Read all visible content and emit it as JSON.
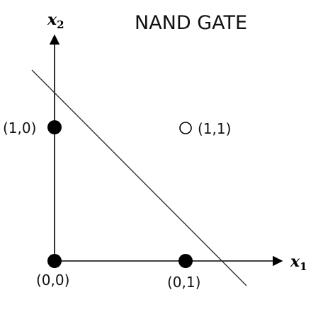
{
  "title": "NAND GATE",
  "axes": {
    "x": {
      "var": "x",
      "sub": "1"
    },
    "y": {
      "var": "x",
      "sub": "2"
    }
  },
  "points": [
    {
      "id": "p00",
      "label": "(0,0)",
      "filled": true
    },
    {
      "id": "p01",
      "label": "(0,1)",
      "filled": true
    },
    {
      "id": "p10",
      "label": "(1,0)",
      "filled": true
    },
    {
      "id": "p11",
      "label": "(1,1)",
      "filled": false
    }
  ]
}
